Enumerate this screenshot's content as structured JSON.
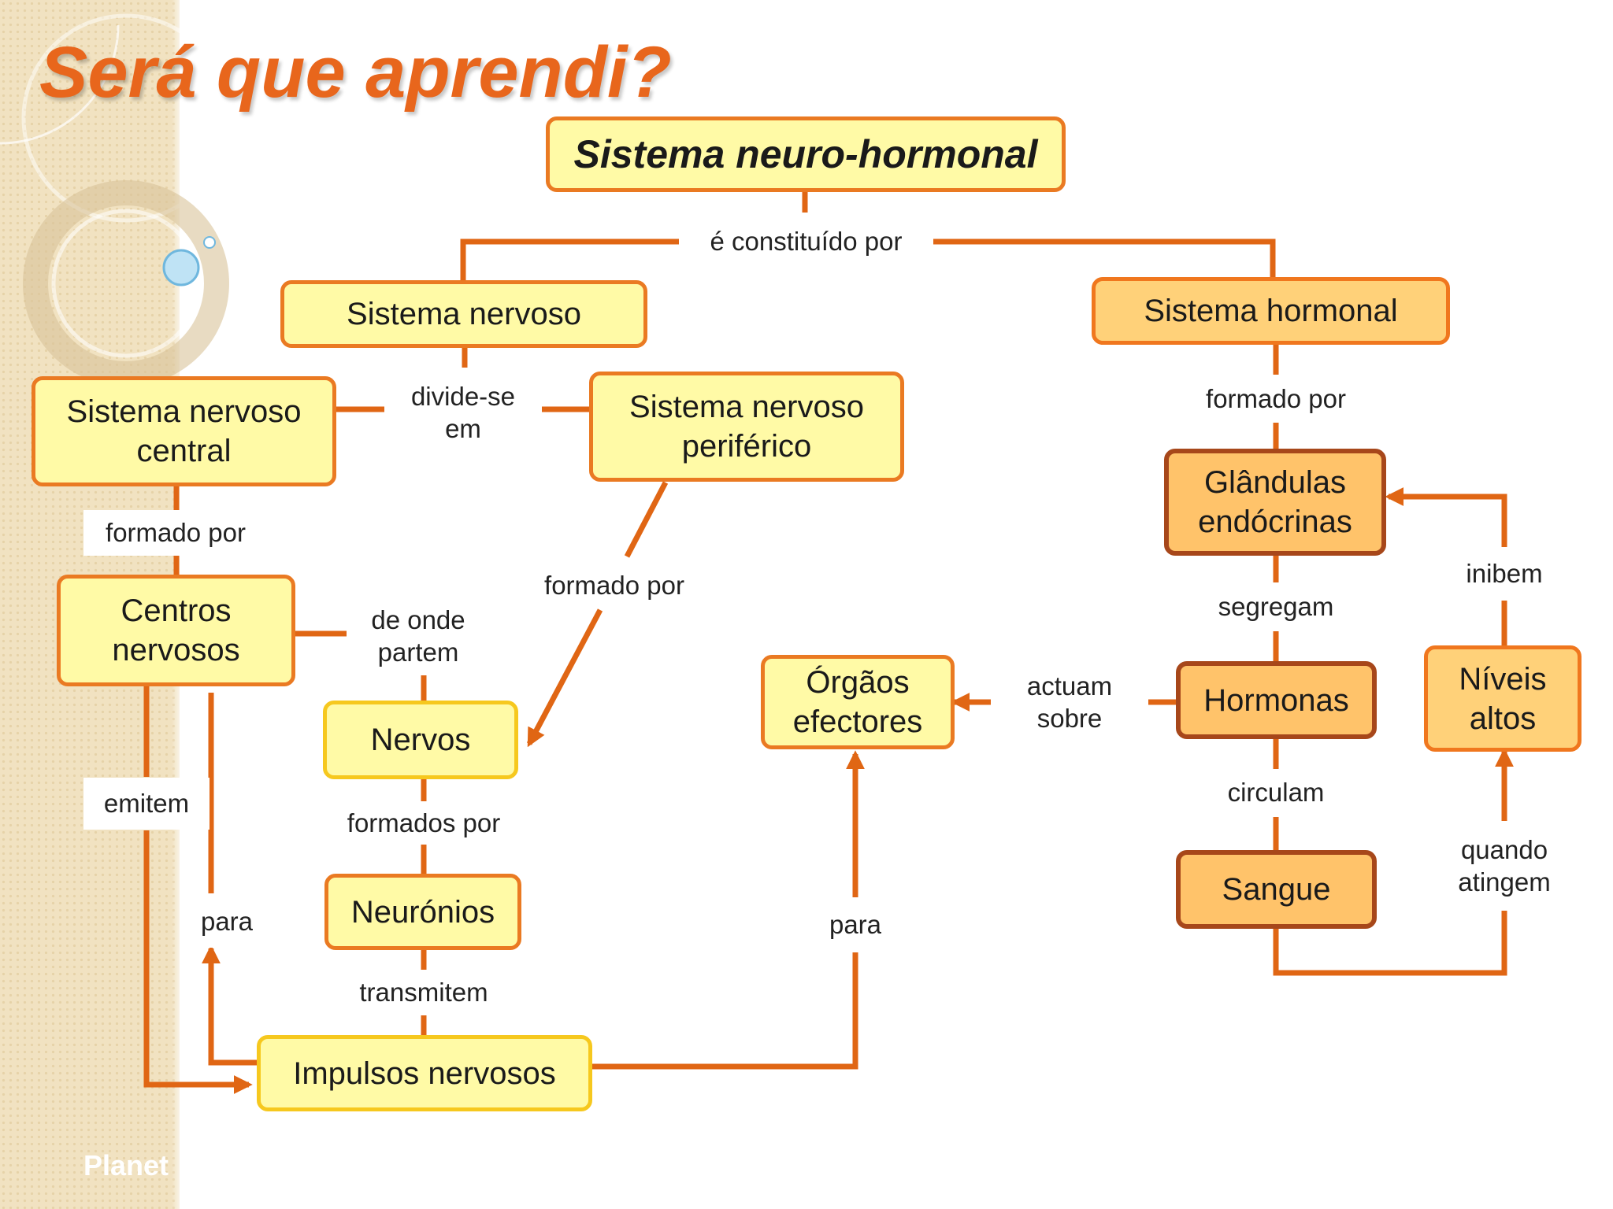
{
  "title": "Será que aprendi?",
  "footer": "Planet",
  "colors": {
    "accent": "#e8661c",
    "connector": "#e06614",
    "box_fill_yellow": "#fffaa6",
    "box_fill_orange": "#ffd179",
    "border_brown": "#a7471a"
  },
  "nodes": {
    "neuro_hormonal": "Sistema neuro-hormonal",
    "nervoso": "Sistema nervoso",
    "hormonal": "Sistema hormonal",
    "snc": "Sistema nervoso\ncentral",
    "snp": "Sistema nervoso\nperiférico",
    "centros": "Centros\nnervosos",
    "nervos": "Nervos",
    "neuronios": "Neurónios",
    "impulsos": "Impulsos nervosos",
    "orgaos": "Órgãos\nefectores",
    "glandulas": "Glândulas\nendócrinas",
    "hormonas": "Hormonas",
    "sangue": "Sangue",
    "niveis": "Níveis\naltos"
  },
  "links": {
    "constituido": "é constituído por",
    "divide": "divide-se\nem",
    "formado_snc": "formado por",
    "formado_snp": "formado por",
    "formado_hormonal": "formado por",
    "de_onde": "de onde\npartem",
    "emitem": "emitem",
    "para_left": "para",
    "formados": "formados por",
    "transmitem": "transmitem",
    "para_mid": "para",
    "actuam": "actuam\nsobre",
    "segregam": "segregam",
    "circulam": "circulam",
    "inibem": "inibem",
    "quando": "quando\natingem"
  }
}
